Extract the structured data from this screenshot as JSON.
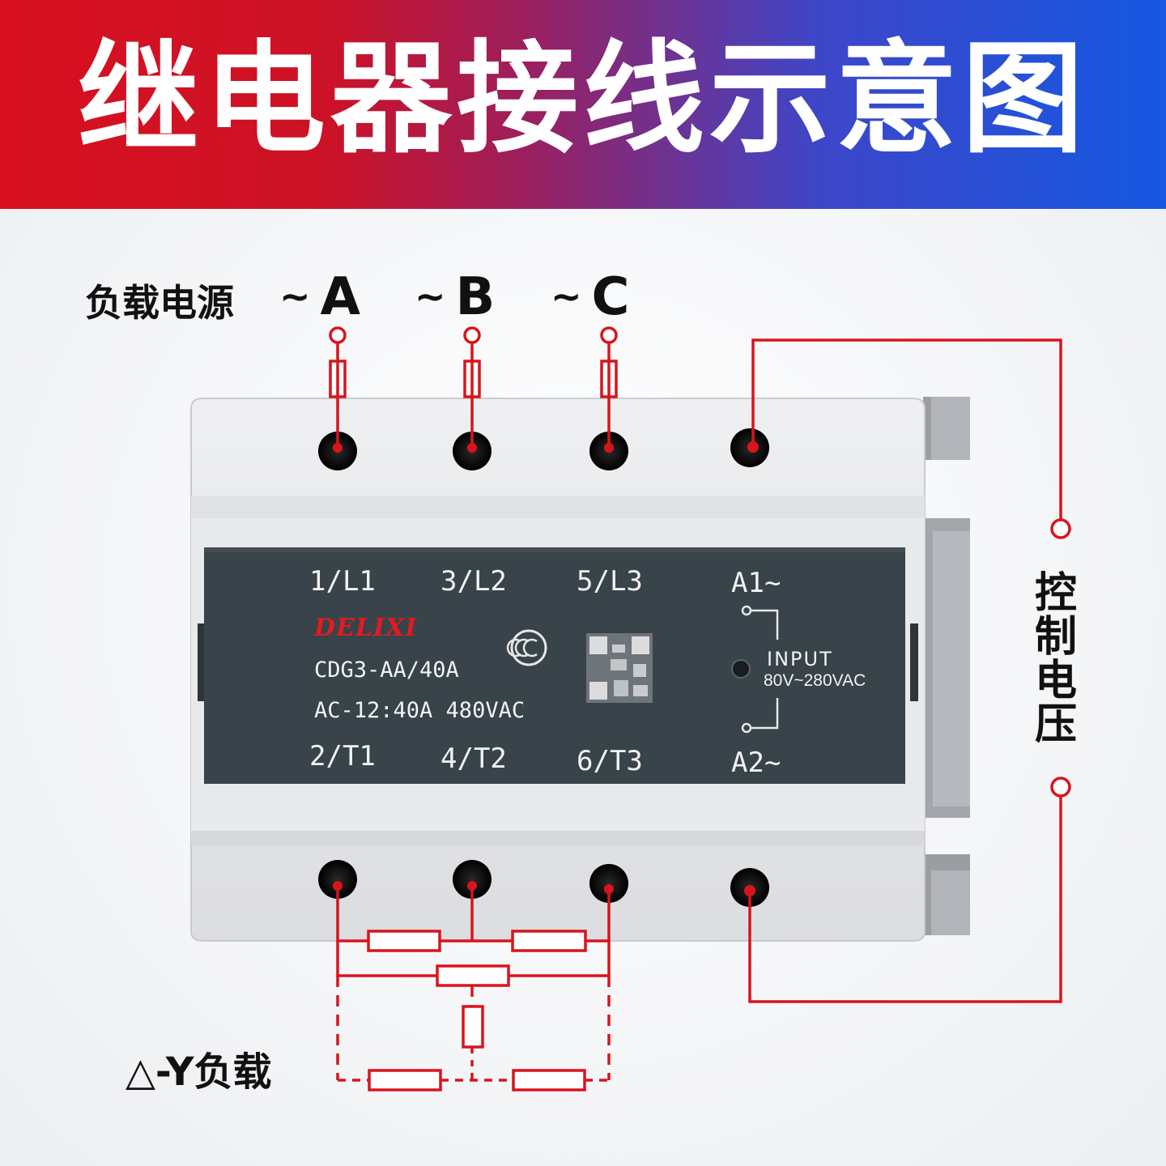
{
  "title": "继电器接线示意图",
  "load_power": {
    "label": "负载电源",
    "phases": [
      {
        "tilde": "~",
        "letter": "A"
      },
      {
        "tilde": "~",
        "letter": "B"
      },
      {
        "tilde": "~",
        "letter": "C"
      }
    ]
  },
  "control_voltage_label": "控制电压",
  "load_type_label": "△-Y负载",
  "relay": {
    "brand": "DELIXI",
    "model": "CDG3-AA/40A",
    "rating": "AC-12:40A 480VAC",
    "input_label": "INPUT",
    "input_range": "80V~280VAC",
    "terminals_top": [
      "1/L1",
      "3/L2",
      "5/L3",
      "A1~"
    ],
    "terminals_bottom": [
      "2/T1",
      "4/T2",
      "6/T3",
      "A2~"
    ]
  },
  "colors": {
    "wire": "#d9141c",
    "relay_face": "#38434a",
    "relay_housing": "#e6e7e9"
  }
}
